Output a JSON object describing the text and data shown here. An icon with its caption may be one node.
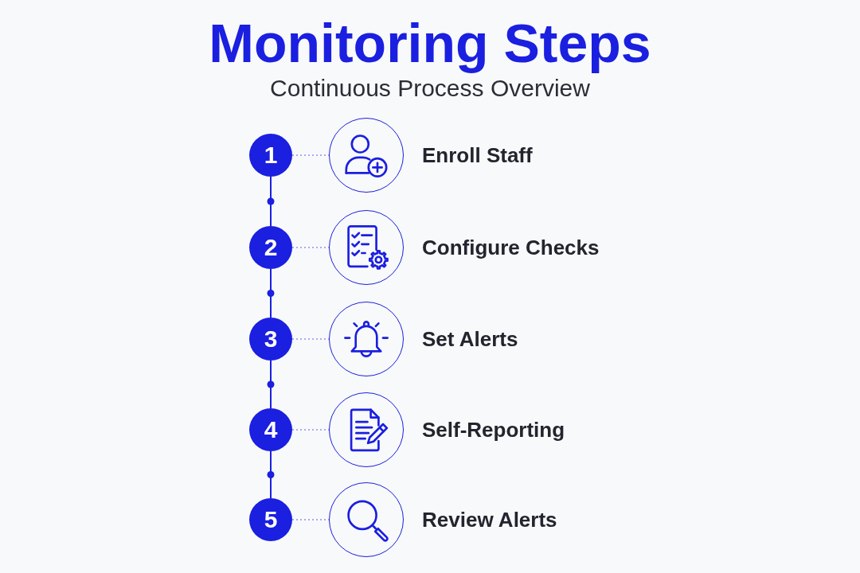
{
  "diagram": {
    "title": "Monitoring Steps",
    "nodes": [
      {
        "text": [
          "1"
        ]
      },
      {
        "text": [],
        "shape": "circle",
        "beside": [
          "Enroll Staff"
        ]
      },
      {
        "text": [
          "2"
        ]
      },
      {
        "text": [],
        "shape": "circle",
        "beside": [
          "Configure Checks"
        ]
      },
      {
        "text": [
          "3"
        ]
      },
      {
        "text": [],
        "shape": "circle",
        "beside": [
          "Set Alerts"
        ]
      },
      {
        "text": [
          "4"
        ]
      },
      {
        "text": [],
        "shape": "circle",
        "beside": [
          "Self-Reporting"
        ]
      },
      {
        "text": [
          "5"
        ]
      },
      {
        "text": [],
        "shape": "circle",
        "beside": [
          "Review Alerts"
        ]
      }
    ],
    "edges": [
      {
        "from": 0,
        "to": 1,
        "arrow": "none",
        "style": "dashed"
      },
      {
        "from": 0,
        "to": 2,
        "arrow": "none"
      },
      {
        "from": 2,
        "to": 3,
        "arrow": "none",
        "style": "dashed"
      },
      {
        "from": 2,
        "to": 4,
        "arrow": "none"
      },
      {
        "from": 4,
        "to": 5,
        "arrow": "none",
        "style": "dashed"
      },
      {
        "from": 4,
        "to": 6,
        "arrow": "none"
      },
      {
        "from": 6,
        "to": 7,
        "arrow": "none",
        "style": "dashed"
      },
      {
        "from": 6,
        "to": 8,
        "arrow": "none"
      },
      {
        "from": 8,
        "to": 9,
        "arrow": "none",
        "style": "dashed"
      }
    ],
    "labels": [
      "Continuous Process Overview"
    ]
  }
}
